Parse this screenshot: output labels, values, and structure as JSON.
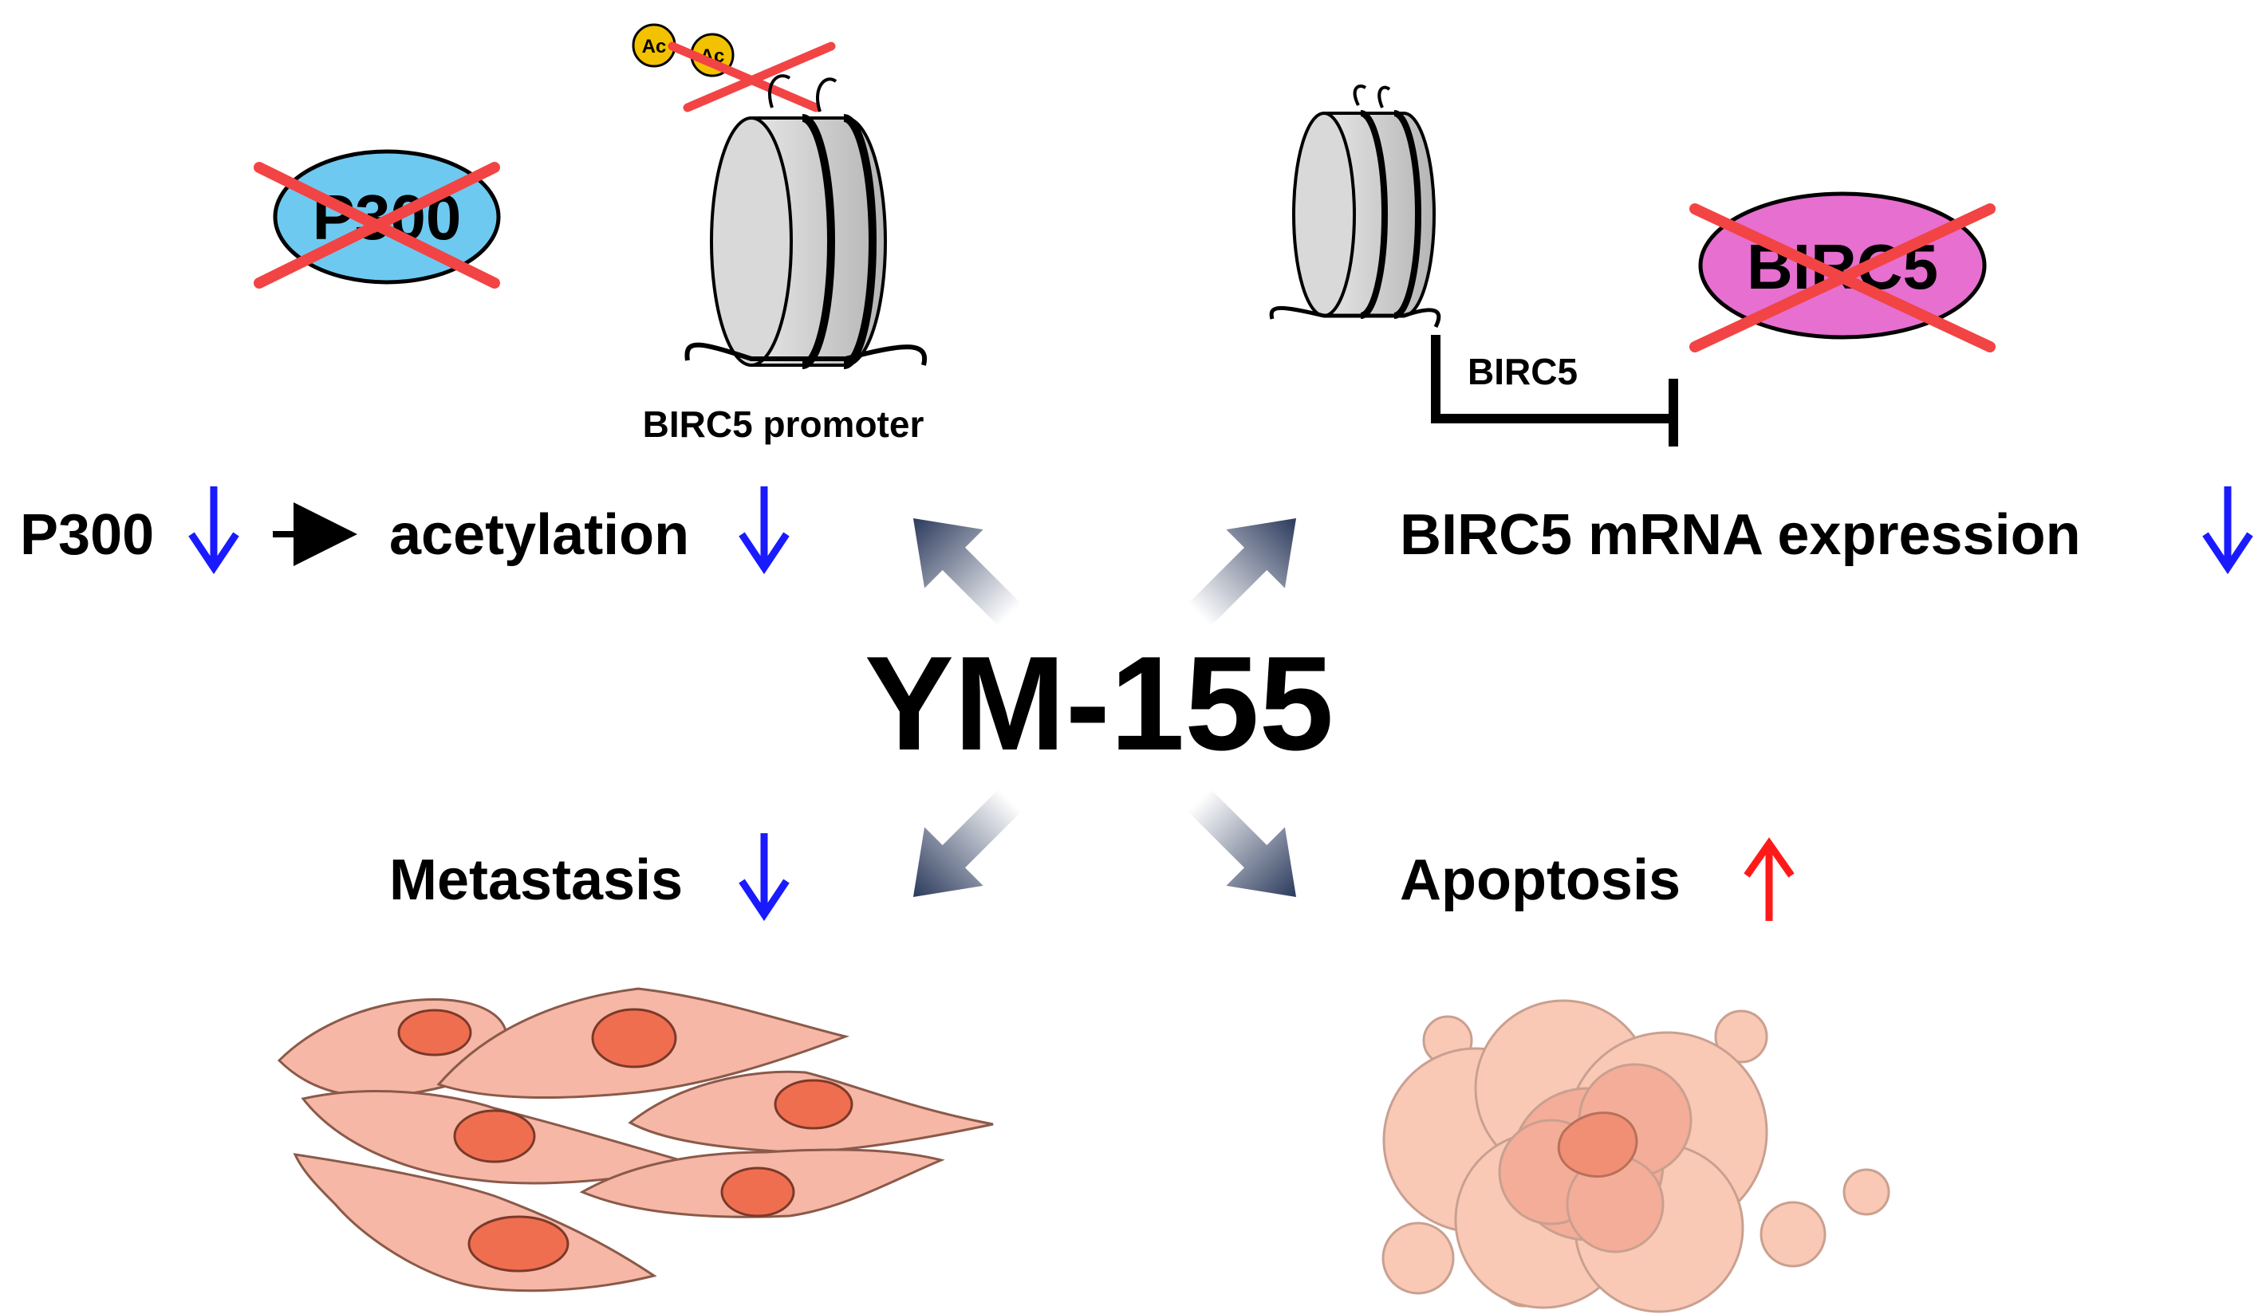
{
  "center": {
    "drug": "YM-155"
  },
  "labels": {
    "p300": "P300",
    "acetylation": "acetylation",
    "birc5_mrna": "BIRC5 mRNA expression",
    "metastasis": "Metastasis",
    "apoptosis": "Apoptosis",
    "birc5_promoter": "BIRC5 promoter",
    "birc5_gene": "BIRC5"
  },
  "proteins": {
    "p300": {
      "label": "P300",
      "color": "#6ec9f0"
    },
    "birc5": {
      "label": "BIRC5",
      "color": "#e66fd0"
    }
  },
  "acetyl_tag": "Ac",
  "status": {
    "p300": "down",
    "acetylation": "down",
    "birc5_mrna": "down",
    "metastasis": "down",
    "apoptosis": "up"
  },
  "colors": {
    "down_arrow": "#1a1aff",
    "up_arrow": "#ff1a1a",
    "cross": "#f24444",
    "acetyl_fill": "#f2c200",
    "nucleosome": "#cfcfcf",
    "cell_body": "#f7b7a6",
    "cell_nucleus": "#f06e50",
    "apoptotic_body": "#f9c9b6"
  }
}
